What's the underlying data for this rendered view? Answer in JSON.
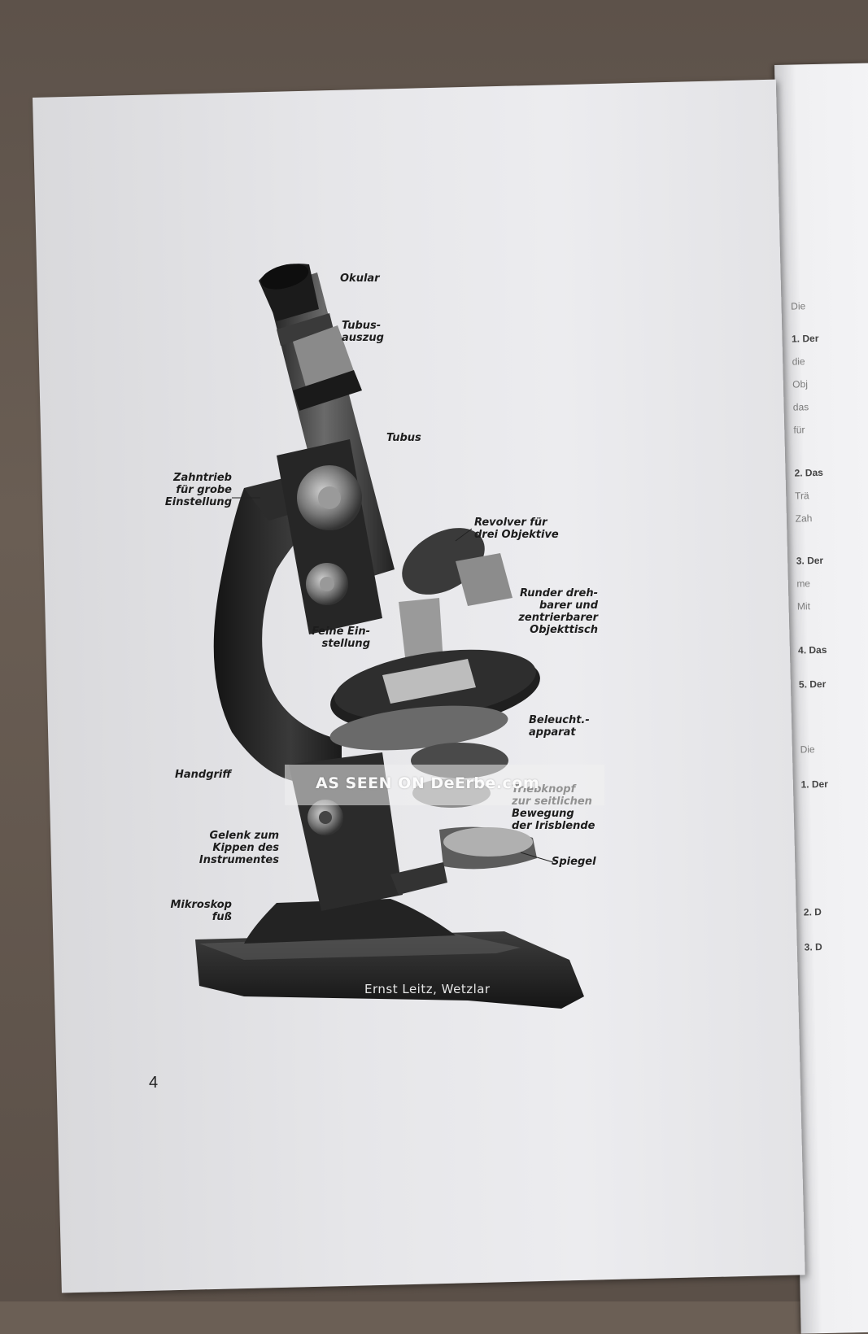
{
  "book": {
    "page_number": "4",
    "brand": "Ernst Leitz, Wetzlar",
    "watermark": "AS SEEN ON DeErbe.com"
  },
  "labels": [
    {
      "key": "okular",
      "text": "Okular"
    },
    {
      "key": "tubusauszug",
      "text": "Tubus-\nauszug"
    },
    {
      "key": "tubus",
      "text": "Tubus"
    },
    {
      "key": "zahntrieb",
      "text": "Zahntrieb\nfür grobe\nEinstellung"
    },
    {
      "key": "revolver",
      "text": "Revolver für\ndrei Objektive"
    },
    {
      "key": "objekttisch",
      "text": "Runder dreh-\nbarer und\nzentrierbarer\nObjekttisch"
    },
    {
      "key": "feine",
      "text": "Feine Ein-\nstellung"
    },
    {
      "key": "beleucht",
      "text": "Beleucht.-\napparat"
    },
    {
      "key": "handgriff",
      "text": "Handgriff"
    },
    {
      "key": "triebknopf",
      "text": "Triebknopf\nzur seitlichen\nBewegung\nder Irisblende"
    },
    {
      "key": "gelenk",
      "text": "Gelenk zum\nKippen des\nInstrumentes"
    },
    {
      "key": "spiegel",
      "text": "Spiegel"
    },
    {
      "key": "fuss",
      "text": "Mikroskop\nfuß"
    }
  ],
  "right_page_fragments": [
    "Die",
    "1. Der",
    "die",
    "Obj",
    "das",
    "für",
    "2. Das",
    "Trä",
    "Zah",
    "3. Der",
    "me",
    "Mit",
    "4. Das",
    "5. Der",
    "Die",
    "1. Der",
    "2. D",
    "3. D"
  ]
}
